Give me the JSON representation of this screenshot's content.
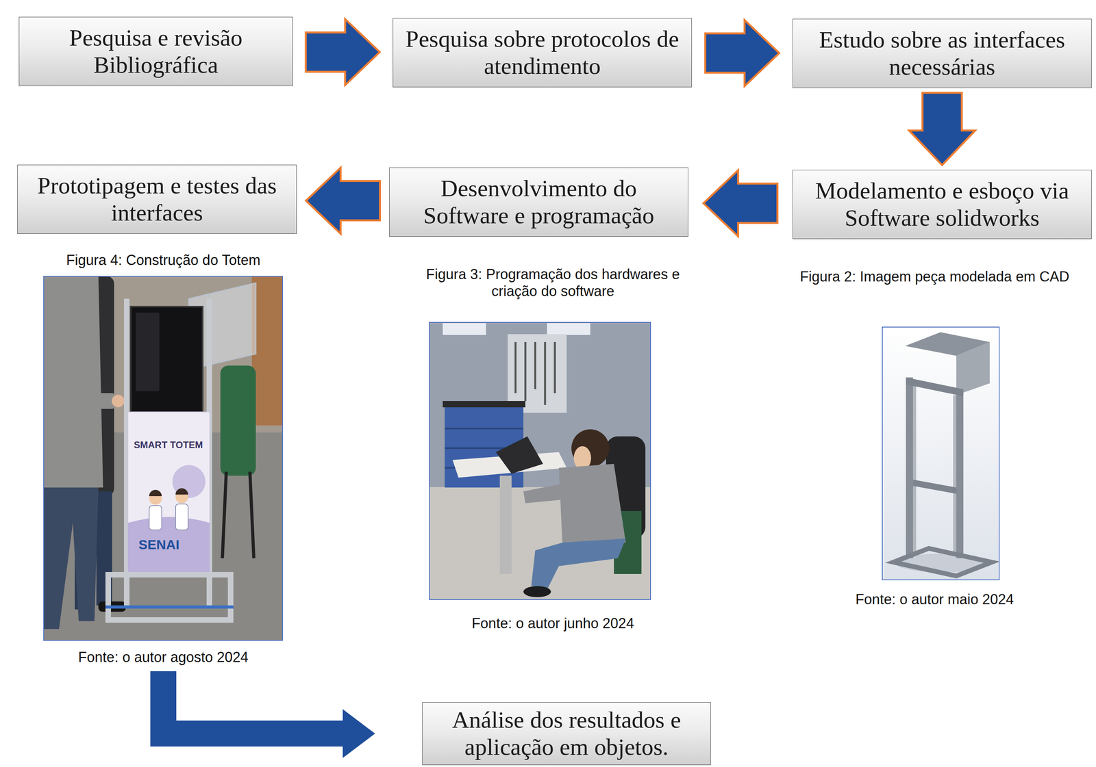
{
  "diagram": {
    "nodes": [
      {
        "text": [
          "Pesquisa e revisão Bibliográfica"
        ]
      },
      {
        "text": [
          "Pesquisa sobre protocolos de atendimento"
        ]
      },
      {
        "text": [
          "Estudo sobre as interfaces necessárias"
        ]
      },
      {
        "text": [
          "Prototipagem e testes das interfaces"
        ]
      },
      {
        "text": [
          "Desenvolvimento do Software e programação"
        ]
      },
      {
        "text": [
          "Modelamento e esboço via Software solidworks"
        ]
      },
      {
        "text": [
          "Figura 4: Construção do Totem",
          "Fonte: o autor agosto 2024"
        ]
      },
      {
        "text": [
          "Figura 3: Programação dos hardwares e criação do software",
          "Fonte: o autor junho 2024"
        ]
      },
      {
        "text": [
          "Figura 2: Imagem peça modelada em CAD",
          "Fonte: o autor maio 2024"
        ]
      },
      {
        "text": [
          "Análise dos resultados e aplicação em objetos."
        ]
      }
    ],
    "edges": [
      {
        "from": 0,
        "to": 1,
        "arrow": "to"
      },
      {
        "from": 1,
        "to": 2,
        "arrow": "to"
      },
      {
        "from": 2,
        "to": 5,
        "arrow": "to"
      },
      {
        "from": 5,
        "to": 4,
        "arrow": "to"
      },
      {
        "from": 4,
        "to": 3,
        "arrow": "to"
      },
      {
        "from": 6,
        "to": 9,
        "arrow": "to"
      }
    ],
    "labels": [
      "SMART TOTEM",
      "SENAI"
    ]
  }
}
